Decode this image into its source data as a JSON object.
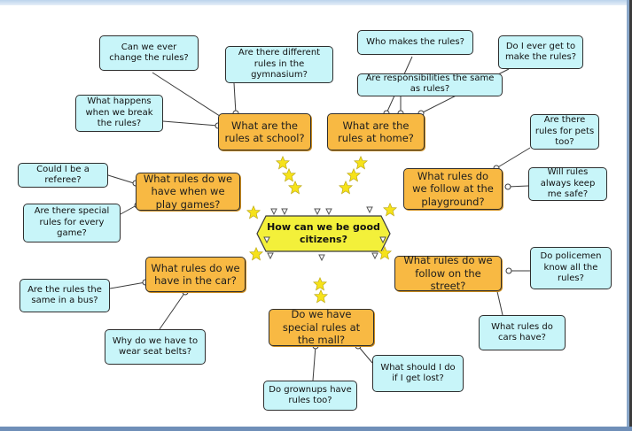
{
  "center": {
    "label": "How can we be good citizens?"
  },
  "main_topics": {
    "school": "What are the rules at school?",
    "home": "What are the rules at home?",
    "play": "What rules do we have when we play games?",
    "playground": "What rules do we follow at the playground?",
    "car": "What rules do we have in the car?",
    "street": "What rules do we follow on the street?",
    "mall": "Do we have special rules at the mall?"
  },
  "questions": {
    "change_rules": "Can we ever change the rules?",
    "gymnasium": "Are there different rules in the gymnasium?",
    "break_rules": "What happens when we break the rules?",
    "who_makes": "Who makes the rules?",
    "make_rules": "Do I ever get to make the rules?",
    "responsibilities": "Are responsibilities the same as rules?",
    "pets": "Are there rules for pets too?",
    "safe": "Will rules always keep me safe?",
    "referee": "Could I be a referee?",
    "every_game": "Are there special rules for every game?",
    "bus": "Are the rules the same in a bus?",
    "seat_belts": "Why do we have to wear seat belts?",
    "policemen": "Do policemen know all the rules?",
    "cars": "What rules do cars have?",
    "lost": "What should I do if I get lost?",
    "grownups": "Do grownups have rules too?"
  },
  "colors": {
    "center_fill": "#f3f03a",
    "topic_fill": "#f8b943",
    "question_fill": "#c8f5f9",
    "connector": "#3a3a3a",
    "star": "#f6e21a"
  },
  "icons": [
    "star-icon",
    "triangle-arrow-icon",
    "connector-dot-icon"
  ]
}
